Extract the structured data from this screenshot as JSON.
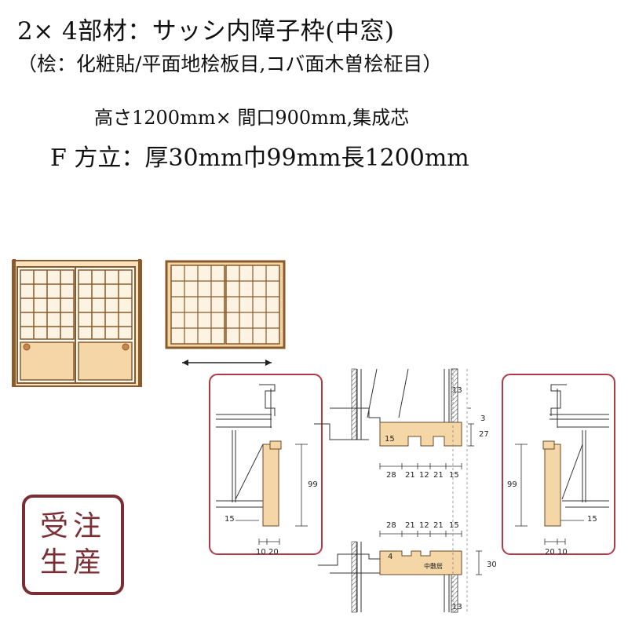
{
  "header": {
    "title": "2× 4部材：サッシ内障子枠(中窓)",
    "subtitle": "（桧：化粧貼/平面地桧板目,コバ面木曽桧柾目）"
  },
  "specs": {
    "size_line": "高さ1200mm× 間口900mm,集成芯",
    "part_line": "F 方立：厚30mm巾99mm長1200mm"
  },
  "badge": {
    "line1": "受注",
    "line2": "生産"
  },
  "colors": {
    "wood": "#f5d6a6",
    "frame": "#8a5a2b",
    "highlight_border": "#b23a48",
    "badge": "#7a2e33"
  },
  "diagram": {
    "top_section_dims": [
      "28",
      "21",
      "12",
      "21",
      "15"
    ],
    "top_right_dims": [
      "13",
      "3",
      "27"
    ],
    "top_left_dim": "15",
    "bottom_section_dims": [
      "28",
      "21",
      "12",
      "21",
      "15"
    ],
    "bottom_right_dims": [
      "30",
      "13"
    ],
    "bottom_left_dim": "4",
    "bottom_label": "中敷居",
    "left_detail": {
      "height": "99",
      "side": "15",
      "bottom_a": "10",
      "bottom_b": "20"
    },
    "right_detail": {
      "height": "99",
      "side": "15",
      "bottom_a": "20",
      "bottom_b": "10"
    }
  }
}
